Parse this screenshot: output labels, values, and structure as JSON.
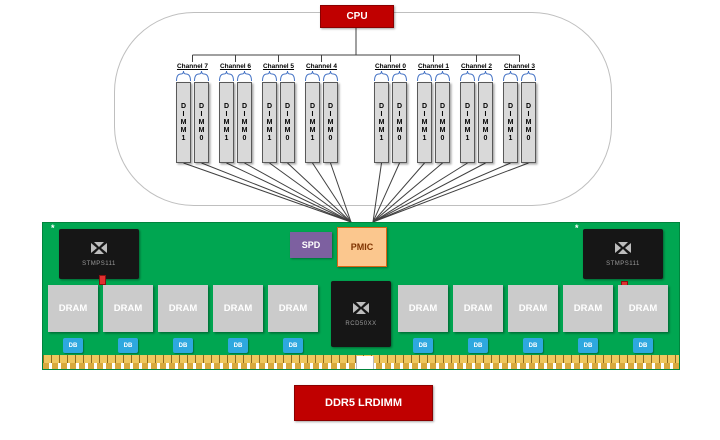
{
  "cpu": {
    "label": "CPU"
  },
  "memory": {
    "channels": [
      {
        "label": "Channel 7",
        "dimms": [
          "DIMM1",
          "DIMM0"
        ]
      },
      {
        "label": "Channel 6",
        "dimms": [
          "DIMM1",
          "DIMM0"
        ]
      },
      {
        "label": "Channel 5",
        "dimms": [
          "DIMM1",
          "DIMM0"
        ]
      },
      {
        "label": "Channel 4",
        "dimms": [
          "DIMM1",
          "DIMM0"
        ]
      },
      {
        "label": "Channel 0",
        "dimms": [
          "DIMM1",
          "DIMM0"
        ]
      },
      {
        "label": "Channel 1",
        "dimms": [
          "DIMM1",
          "DIMM0"
        ]
      },
      {
        "label": "Channel 2",
        "dimms": [
          "DIMM1",
          "DIMM0"
        ]
      },
      {
        "label": "Channel 3",
        "dimms": [
          "DIMM1",
          "DIMM0"
        ]
      }
    ]
  },
  "board": {
    "pmu_chips": [
      "STMPS111",
      "STMPS111"
    ],
    "spd_label": "SPD",
    "pmic_label": "PMIC",
    "rcd_label": "RCD50XX",
    "dram_left": [
      "DRAM",
      "DRAM",
      "DRAM",
      "DRAM",
      "DRAM"
    ],
    "dram_right": [
      "DRAM",
      "DRAM",
      "DRAM",
      "DRAM",
      "DRAM"
    ],
    "db_label": "DB",
    "marker": "*"
  },
  "caption": {
    "label": "DDR5 LRDIMM"
  },
  "colors": {
    "red": "#C00000",
    "board_green": "#00A651",
    "db_blue": "#2EA8DF",
    "spd_purple": "#7D60A0",
    "pmic_orange": "#FBC78E",
    "gold": "#EFC75E",
    "brace_blue": "#4472C4"
  }
}
